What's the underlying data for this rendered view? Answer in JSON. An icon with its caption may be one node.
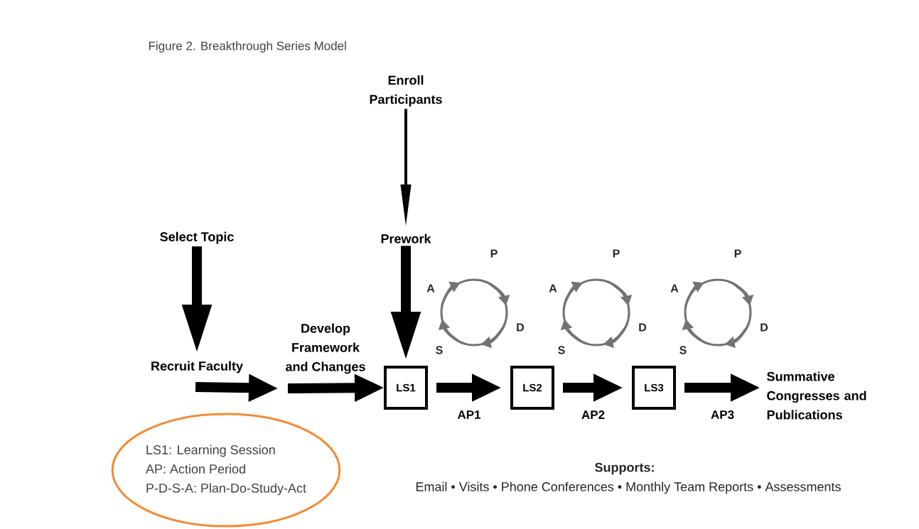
{
  "diagram": {
    "title": "Figure 2. Breakthrough Series Model",
    "nodes": [
      {
        "text": [
          "Select Topic"
        ]
      },
      {
        "text": [
          "Recruit Faculty"
        ]
      },
      {
        "text": [
          "Develop Framework and Changes"
        ]
      },
      {
        "text": [
          "Enroll Participants"
        ]
      },
      {
        "text": [
          "Prework"
        ]
      },
      {
        "text": [
          "LS1"
        ]
      },
      {
        "text": [
          "LS2"
        ]
      },
      {
        "text": [
          "LS3"
        ]
      },
      {
        "text": [
          "Summative Congresses and Publications"
        ]
      },
      {
        "text": [
          "LS1: Learning Session",
          "AP: Action Period",
          "P-D-S-A: Plan-Do-Study-Act"
        ]
      }
    ],
    "edges": [
      {
        "from": 0,
        "to": 1,
        "arrow": "to"
      },
      {
        "from": 1,
        "to": 2,
        "arrow": "to"
      },
      {
        "from": 2,
        "to": 5,
        "arrow": "to"
      },
      {
        "from": 3,
        "to": 4,
        "arrow": "to"
      },
      {
        "from": 4,
        "to": 5,
        "arrow": "to"
      },
      {
        "from": 5,
        "to": 6,
        "label": "AP1",
        "arrow": "to"
      },
      {
        "from": 6,
        "to": 7,
        "label": "AP2",
        "arrow": "to"
      },
      {
        "from": 7,
        "to": 8,
        "label": "AP3",
        "arrow": "to"
      }
    ],
    "labels": [
      "P",
      "A",
      "D",
      "S",
      "P",
      "A",
      "D",
      "S",
      "P",
      "A",
      "D",
      "S",
      "Supports:",
      "Email • Visits • Phone Conferences • Monthly Team Reports • Assessments"
    ]
  }
}
